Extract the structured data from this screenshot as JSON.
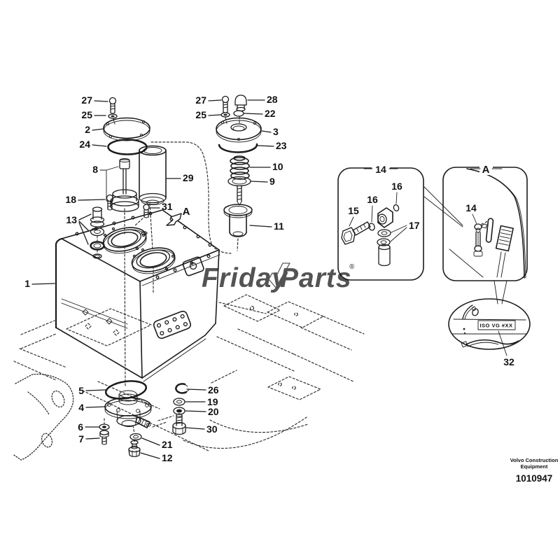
{
  "watermark": {
    "word1": "Friday",
    "word2": "Parts",
    "registered": "®",
    "blue": "#a6c4e2",
    "blue_stroke": "#8fb2d6",
    "orange": "#efa143"
  },
  "footer": {
    "line1": "Volvo Construction",
    "line2": "Equipment",
    "part_number": "1010947"
  },
  "inset": {
    "oil_spec_label": "ISO VG #XX"
  },
  "callouts": {
    "c1": "1",
    "c2": "2",
    "c3": "3",
    "c4": "4",
    "c5": "5",
    "c6": "6",
    "c7": "7",
    "c8": "8",
    "c9": "9",
    "c10": "10",
    "c11": "11",
    "c12": "12",
    "c13": "13",
    "c14_box": "14",
    "c14_inset": "14",
    "c15": "15",
    "c16_a": "16",
    "c16_b": "16",
    "c17": "17",
    "c18": "18",
    "c19": "19",
    "c20": "20",
    "c21": "21",
    "c22": "22",
    "c23": "23",
    "c24": "24",
    "c25_a": "25",
    "c25_b": "25",
    "c26": "26",
    "c27_a": "27",
    "c27_b": "27",
    "c28": "28",
    "c29": "29",
    "c30": "30",
    "c31": "31",
    "c32": "32",
    "view_a_arrow": "A",
    "view_a_box": "A"
  }
}
